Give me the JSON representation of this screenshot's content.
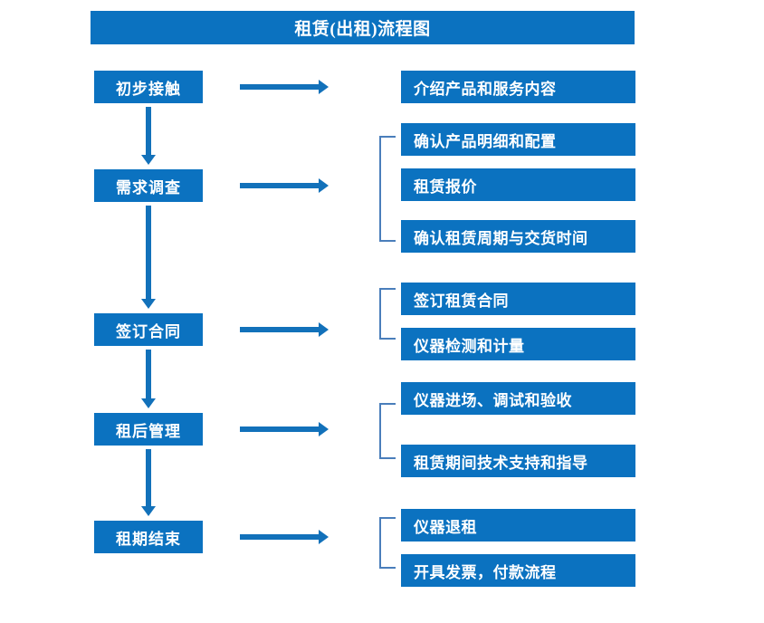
{
  "title": "租赁(出租)流程图",
  "colors": {
    "box_fill": "#0b72c0",
    "box_text": "#ffffff",
    "arrow": "#1271ba",
    "bracket": "#4a7ebb",
    "background": "#ffffff"
  },
  "stages": [
    {
      "label": "初步接触"
    },
    {
      "label": "需求调查"
    },
    {
      "label": "签订合同"
    },
    {
      "label": "租后管理"
    },
    {
      "label": "租期结束"
    }
  ],
  "details": [
    {
      "label": "介绍产品和服务内容"
    },
    {
      "label": "确认产品明细和配置"
    },
    {
      "label": "租赁报价"
    },
    {
      "label": "确认租赁周期与交货时间"
    },
    {
      "label": "签订租赁合同"
    },
    {
      "label": "仪器检测和计量"
    },
    {
      "label": "仪器进场、调试和验收"
    },
    {
      "label": "租赁期间技术支持和指导"
    },
    {
      "label": "仪器退租"
    },
    {
      "label": "开具发票，付款流程"
    }
  ]
}
